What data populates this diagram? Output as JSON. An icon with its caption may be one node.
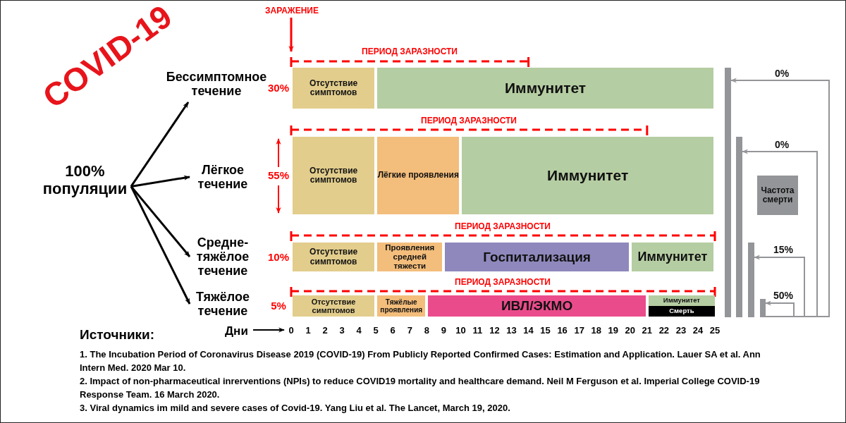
{
  "diagram": {
    "title": "COVID-19",
    "nodes": [
      {
        "text": [
          "100% популяции"
        ]
      },
      {
        "text": [
          "Бессимптомное течение"
        ]
      },
      {
        "text": [
          "Лёгкое течение"
        ]
      },
      {
        "text": [
          "Средне-тяжёлое течение"
        ]
      },
      {
        "text": [
          "Тяжёлое течение"
        ]
      },
      {
        "text": [
          "Отсутствие симптомов"
        ],
        "beside": [
          "30%"
        ]
      },
      {
        "text": [
          "Иммунитет"
        ]
      },
      {
        "text": [
          "Отсутствие симптомов"
        ],
        "beside": [
          "55%"
        ]
      },
      {
        "text": [
          "Лёгкие проявления"
        ]
      },
      {
        "text": [
          "Иммунитет"
        ]
      },
      {
        "text": [
          "Отсутствие симптомов"
        ],
        "beside": [
          "10%"
        ]
      },
      {
        "text": [
          "Проявления средней тяжести"
        ]
      },
      {
        "text": [
          "Госпитализация"
        ]
      },
      {
        "text": [
          "Иммунитет"
        ]
      },
      {
        "text": [
          "Отсутствие симптомов"
        ],
        "beside": [
          "5%"
        ]
      },
      {
        "text": [
          "Тяжёлые проявления"
        ]
      },
      {
        "text": [
          "ИВЛ/ЭКМО"
        ]
      },
      {
        "text": [
          "Иммунитет"
        ]
      },
      {
        "text": [
          "Смерть"
        ]
      },
      {
        "text": [],
        "shape": "bar"
      },
      {
        "text": [],
        "shape": "bar"
      },
      {
        "text": [],
        "shape": "bar"
      },
      {
        "text": [],
        "shape": "bar"
      },
      {
        "text": [
          "Частота смерти"
        ]
      }
    ],
    "edges": [
      {
        "from": 0,
        "to": 1,
        "arrow": "to"
      },
      {
        "from": 0,
        "to": 2,
        "arrow": "to"
      },
      {
        "from": 0,
        "to": 3,
        "arrow": "to"
      },
      {
        "from": 0,
        "to": 4,
        "arrow": "to"
      },
      {
        "from": 22,
        "to": 19,
        "arrow": "to",
        "label": "0%",
        "color": "#939598"
      },
      {
        "from": 22,
        "to": 20,
        "arrow": "to",
        "label": "0%",
        "color": "#939598"
      },
      {
        "from": 22,
        "to": 21,
        "arrow": "to",
        "label": "15%",
        "color": "#939598"
      },
      {
        "from": 22,
        "to": 22,
        "arrow": "to",
        "label": "50%",
        "color": "#939598"
      }
    ],
    "labels": [
      "ЗАРАЖЕНИЕ",
      "ПЕРИОД ЗАРАЗНОСТИ",
      "ПЕРИОД ЗАРАЗНОСТИ",
      "ПЕРИОД ЗАРАЗНОСТИ",
      "ПЕРИОД ЗАРАЗНОСТИ",
      "Источники:",
      "Дни",
      "0",
      "1",
      "2",
      "3",
      "4",
      "5",
      "6",
      "7",
      "8",
      "9",
      "10",
      "11",
      "12",
      "13",
      "14",
      "15",
      "16",
      "17",
      "18",
      "19",
      "20",
      "21",
      "22",
      "23",
      "24",
      "25",
      "1. The Incubation Period of Coronavirus Disease 2019 (COVID-19) From Publicly Reported Confirmed Cases: Estimation and Application. Lauer SA et al. Ann Intern Med. 2020 Mar 10.",
      "2. Impact of non-pharmaceutical inrerventions (NPIs) to reduce COVID19 mortality and healthcare demand. Neil M Ferguson et al. Imperial College COVID-19 Response Team. 16 March 2020.",
      "3. Viral dynamics im mild and severe cases of Covid-19. Yang Liu et al. The Lancet, March 19, 2020."
    ]
  }
}
